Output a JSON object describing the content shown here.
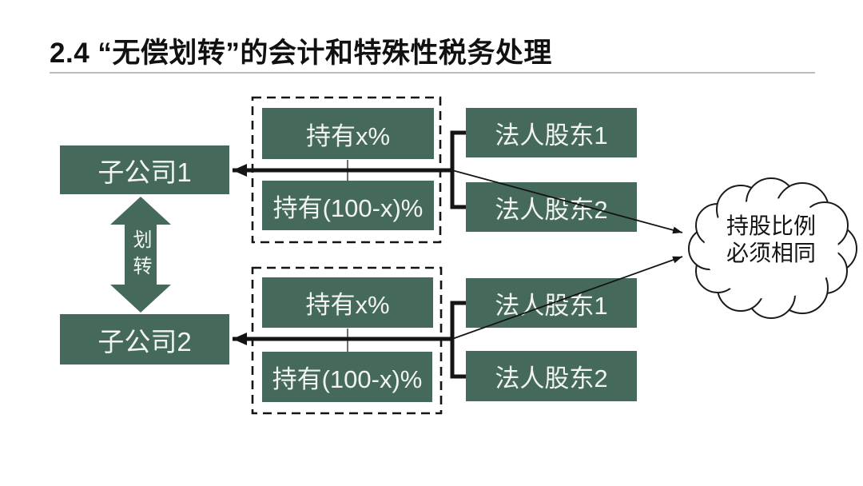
{
  "title": {
    "text": "2.4 “无偿划转”的会计和特殊性税务处理"
  },
  "left_column": {
    "subsidiary1": "子公司1",
    "subsidiary2": "子公司2",
    "transfer_label": "划转"
  },
  "top_group": {
    "holding_x": "持有x%",
    "holding_rest": "持有(100-x)%",
    "shareholder1": "法人股东1",
    "shareholder2": "法人股东2"
  },
  "bottom_group": {
    "holding_x": "持有x%",
    "holding_rest": "持有(100-x)%",
    "shareholder1": "法人股东1",
    "shareholder2": "法人股东2"
  },
  "cloud": {
    "line1": "持股比例",
    "line2": "必须相同"
  },
  "colors": {
    "box_green": "#456A5C",
    "line_black": "#141414",
    "box_text": "#F2F4F2",
    "divider_gray": "#BDBDBD",
    "background": "#FFFFFF"
  }
}
